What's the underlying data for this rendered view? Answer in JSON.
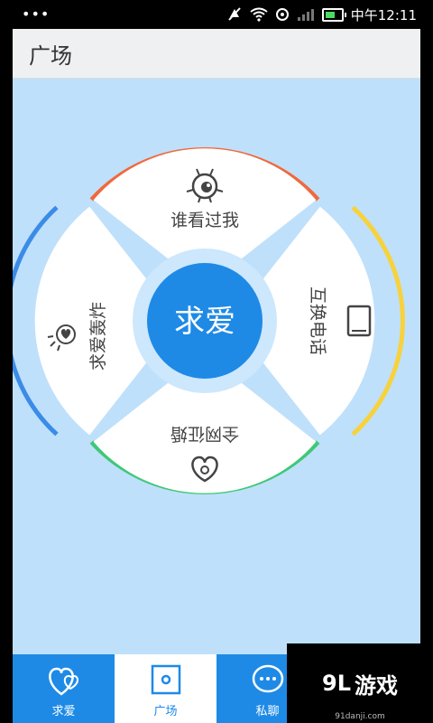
{
  "status_bar": {
    "dots": "•••",
    "time": "中午12:11"
  },
  "header": {
    "title": "广场"
  },
  "wheel": {
    "center_label": "求爱",
    "segments": [
      {
        "label": "谁看过我",
        "icon": "eye-bot-icon",
        "color": "#f0693c"
      },
      {
        "label": "互换电话",
        "icon": "tablet-icon",
        "color": "#f7d23b"
      },
      {
        "label": "全网征婚",
        "icon": "lotus-heart-icon",
        "color": "#3fc877"
      },
      {
        "label": "求爱轰炸",
        "icon": "heart-burst-icon",
        "color": "#3b8ce8"
      }
    ]
  },
  "tabs": [
    {
      "label": "求爱",
      "icon": "hearts-icon"
    },
    {
      "label": "广场",
      "icon": "square-icon",
      "active": true
    },
    {
      "label": "私聊",
      "icon": "chat-icon"
    },
    {
      "label": "",
      "icon": "search-icon"
    }
  ],
  "watermark": {
    "brand_91": "9L",
    "brand_text": "游戏",
    "url": "91danji.com"
  },
  "colors": {
    "app_bg": "#bfe0fb",
    "tab_bar": "#1e8ae6",
    "center": "#1e8ae6"
  }
}
